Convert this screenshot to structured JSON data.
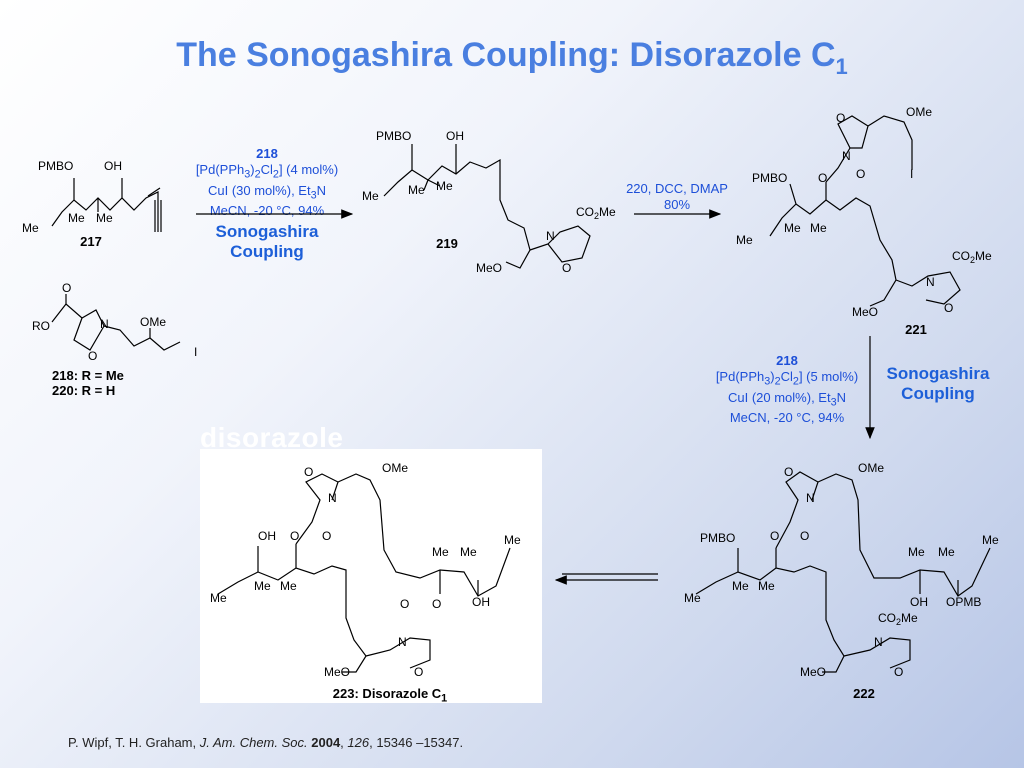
{
  "title": {
    "main": "The Sonogashira Coupling: Disorazole C",
    "sub": "1"
  },
  "steps": {
    "step1": {
      "reagent": "218",
      "catalyst_pre": "[Pd(PPh",
      "catalyst_a": "3",
      "catalyst_b": ")",
      "catalyst_c": "2",
      "catalyst_d": "Cl",
      "catalyst_e": "2",
      "catalyst_f": "] (4 mol%)",
      "cu_pre": "CuI (30 mol%), Et",
      "cu_sub": "3",
      "cu_post": "N",
      "solvent": "MeCN, -20 °C, 94%",
      "name_line1": "Sonogashira",
      "name_line2": "Coupling"
    },
    "step2": {
      "line1": "220, DCC, DMAP",
      "line2": "80%"
    },
    "step3": {
      "reagent": "218",
      "catalyst_pre": "[Pd(PPh",
      "catalyst_a": "3",
      "catalyst_b": ")",
      "catalyst_c": "2",
      "catalyst_d": "Cl",
      "catalyst_e": "2",
      "catalyst_f": "] (5 mol%)",
      "cu_pre": "CuI (20 mol%), Et",
      "cu_sub": "3",
      "cu_post": "N",
      "solvent": "MeCN, -20 °C, 94%",
      "name_line1": "Sonogashira",
      "name_line2": "Coupling"
    }
  },
  "compounds": {
    "c217": "217",
    "c218": "218: R = Me",
    "c220": "220: R = H",
    "c219": "219",
    "c221": "221",
    "c222": "222",
    "c223_pre": "223: Disorazole C",
    "c223_sub": "1"
  },
  "overlay_text": "disorazole",
  "atoms": {
    "pmbo": "PMBO",
    "oh": "OH",
    "me": "Me",
    "ome": "OMe",
    "meo": "MeO",
    "ro": "RO",
    "o": "O",
    "n": "N",
    "i": "I",
    "opmb": "OPMB",
    "co2me_pre": "CO",
    "co2me_sub": "2",
    "co2me_post": "Me"
  },
  "reference": {
    "authors": "P. Wipf, T. H. Graham, ",
    "journal": "J. Am. Chem. Soc.",
    "year": "2004",
    "volume": "126",
    "pages": ", 15346 –15347."
  }
}
